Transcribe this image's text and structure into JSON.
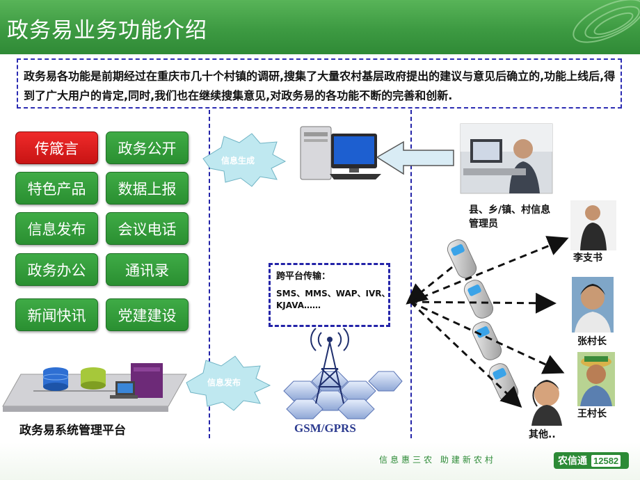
{
  "header": {
    "title": "政务易业务功能介绍"
  },
  "intro": {
    "text": "政务易各功能是前期经过在重庆市几十个村镇的调研,搜集了大量农村基层政府提出的建议与意见后确立的,功能上线后,得到了广大用户的肯定,同时,我们也在继续搜集意见,对政务易的各功能不断的完善和创新."
  },
  "functions": [
    {
      "label": "传箴言",
      "highlight": "#e52020"
    },
    {
      "label": "政务公开"
    },
    {
      "label": "特色产品"
    },
    {
      "label": "数据上报"
    },
    {
      "label": "信息发布"
    },
    {
      "label": "会议电话"
    },
    {
      "label": "政务办公"
    },
    {
      "label": "通讯录"
    },
    {
      "label": "新闻快讯"
    },
    {
      "label": "党建建设"
    }
  ],
  "bursts": {
    "top": "信息生成",
    "bottom": "信息发布"
  },
  "admin": {
    "label": "县、乡/镇、村信息管理员"
  },
  "cross_platform": {
    "title": "跨平台传输：",
    "body": "SMS、MMS、WAP、IVR、KJAVA……"
  },
  "platform": {
    "label": "政务易系统管理平台"
  },
  "network": {
    "label": "GSM/GPRS"
  },
  "recipients": [
    {
      "label": "李支书"
    },
    {
      "label": "张村长"
    },
    {
      "label": "王村长"
    },
    {
      "label": "其他.."
    }
  ],
  "footer": {
    "slogan": "信息惠三农  助建新农村",
    "brand_name": "农信通",
    "brand_number": "12582"
  },
  "colors": {
    "header_green": "#3d9a42",
    "button_green": "#2f9436",
    "button_red": "#e52020",
    "divider_blue": "#2323a8"
  }
}
